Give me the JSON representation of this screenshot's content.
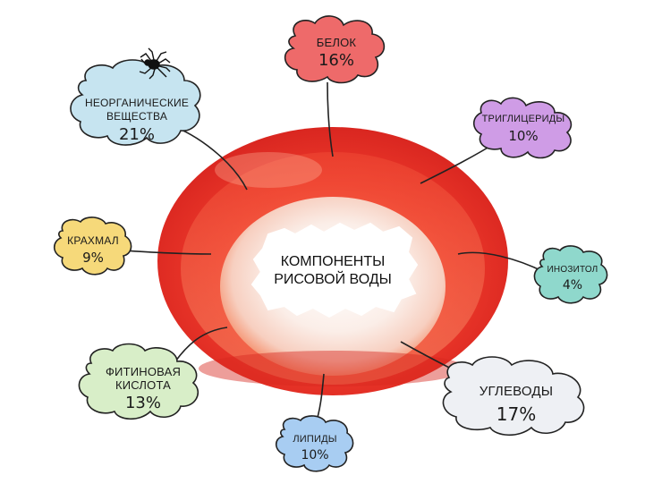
{
  "center_title_lines": [
    "КОМПОНЕНТЫ",
    "РИСОВОЙ ВОДЫ"
  ],
  "chart_data": {
    "type": "diagram",
    "components": [
      {
        "name": "БЕЛОК",
        "percent": "16%",
        "color": "#ee6a6a"
      },
      {
        "name": "ТРИГЛИЦЕРИДЫ",
        "percent": "10%",
        "color": "#cf9ce6"
      },
      {
        "name": "ИНОЗИТОЛ",
        "percent": "4%",
        "color": "#8fd8cc"
      },
      {
        "name": "УГЛЕВОДЫ",
        "percent": "17%",
        "color": "#eef0f4"
      },
      {
        "name": "ЛИПИДЫ",
        "percent": "10%",
        "color": "#a8cdf2"
      },
      {
        "name": "ФИТИНОВАЯ КИСЛОТА",
        "percent": "13%",
        "color": "#d8eec8"
      },
      {
        "name": "КРАХМАЛ",
        "percent": "9%",
        "color": "#f6d97a"
      },
      {
        "name": "НЕОРГАНИЧЕСКИЕ ВЕЩЕСТВА",
        "percent": "21%",
        "color": "#c6e4f0"
      }
    ]
  },
  "colors": {
    "bowl_outer": "#e8322a",
    "bowl_rim": "#f56a3a",
    "bowl_inner": "#fbe7e0",
    "line": "#222222"
  },
  "decorations": {
    "spider": "spider-icon"
  }
}
